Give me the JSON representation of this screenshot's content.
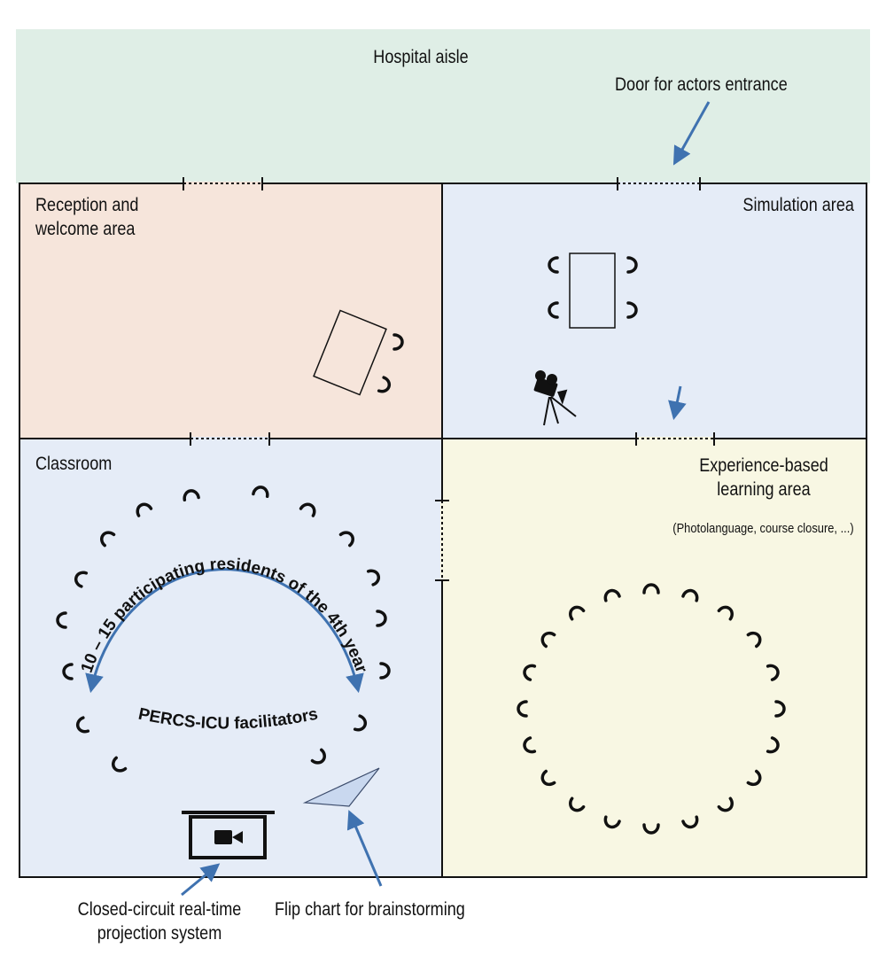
{
  "aisle": {
    "label": "Hospital aisle"
  },
  "door_actors": {
    "label": "Door for actors entrance"
  },
  "rooms": {
    "reception": {
      "label": "Reception and\nwelcome area"
    },
    "simulation": {
      "label": "Simulation area"
    },
    "classroom": {
      "label": "Classroom"
    },
    "experience": {
      "label": "Experience-based\nlearning area",
      "note": "(Photolanguage, course closure, ...)"
    }
  },
  "classroom_arc": {
    "residents": "10 – 15 participating residents of the 4th year",
    "facilitators": "PERCS-ICU facilitators"
  },
  "callouts": {
    "projection": "Closed-circuit real-time\nprojection system",
    "flipchart": "Flip chart for brainstorming"
  },
  "colors": {
    "aisle": "#dfeee6",
    "reception": "#f6e5db",
    "simulation": "#e5ecf7",
    "classroom": "#e5ecf7",
    "experience": "#f8f7e3",
    "arrow": "#3f72b0",
    "flipchart": "#c9d8ef"
  },
  "icons": [
    "chair-icon",
    "table-icon",
    "video-camera-icon",
    "projector-screen-icon",
    "flip-chart-icon",
    "arrow-icon"
  ]
}
